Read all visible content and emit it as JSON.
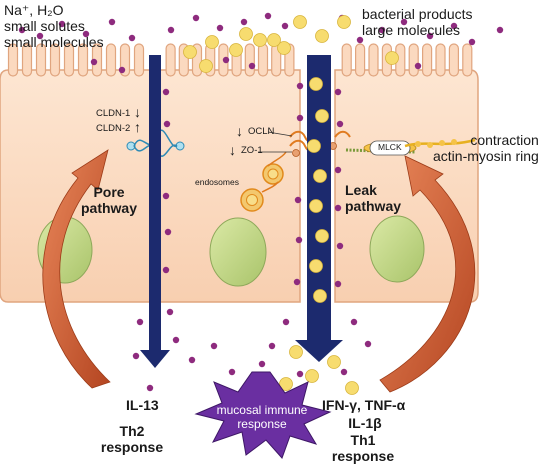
{
  "labels": {
    "small_solutes": "Na⁺, H₂O\nsmall solutes\nsmall molecules",
    "bacterial_products": "bacterial products\nlarge molecules",
    "cldn1": "CLDN-1",
    "cldn2": "CLDN-2",
    "ocln": "OCLN",
    "zo1": "ZO-1",
    "endosomes": "endosomes",
    "mlck": "MLCK",
    "contraction": "contraction\nactin-myosin ring",
    "pore_pathway": "Pore\npathway",
    "leak_pathway": "Leak\npathway",
    "il13": "IL-13",
    "th2_response": "Th2\nresponse",
    "mucosal_immune": "mucosal immune\nresponse",
    "ifn_tnf": "IFN-γ, TNF-α",
    "il1b": "IL-1β",
    "th1_response": "Th1\nresponse"
  },
  "colors": {
    "cell_fill": "#fbd9bf",
    "cell_stroke": "#e0a57f",
    "nucleus_fill": "#c9dd8e",
    "arrow_blue": "#1c2a6e",
    "arrow_orange": "#c8552a",
    "starburst": "#6a2fa1",
    "solute_purple": "#8e2b7e",
    "molecule_yellow": "#f7dc6f"
  }
}
